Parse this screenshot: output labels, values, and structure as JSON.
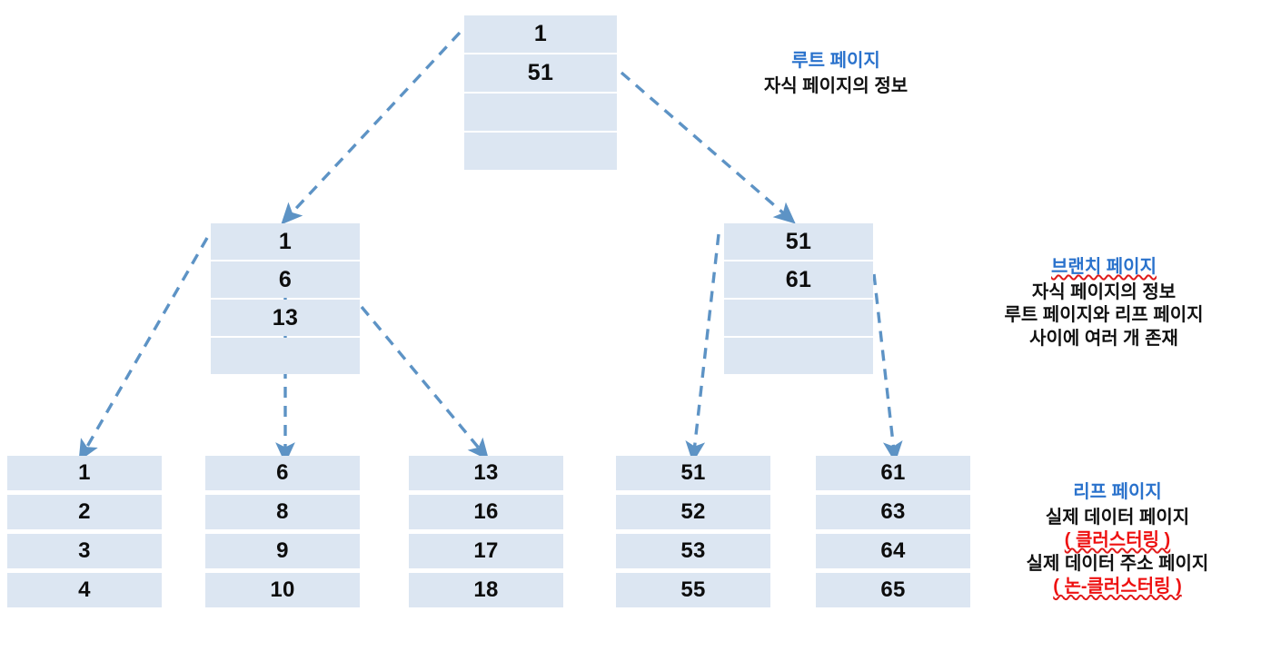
{
  "diagram": {
    "title": "B-Tree Index Structure",
    "colors": {
      "cell_fill": "#dce6f2",
      "arrow": "#5d93c5",
      "heading": "#2a72cc",
      "red": "#ee1111",
      "text": "#0d0d0d"
    },
    "root": {
      "name": "root-page",
      "cells": [
        "1",
        "51",
        "",
        ""
      ]
    },
    "branches": [
      {
        "name": "branch-page-left",
        "cells": [
          "1",
          "6",
          "13",
          ""
        ]
      },
      {
        "name": "branch-page-right",
        "cells": [
          "51",
          "61",
          "",
          ""
        ]
      }
    ],
    "leaves": [
      {
        "name": "leaf-page-1",
        "cells": [
          "1",
          "2",
          "3",
          "4"
        ]
      },
      {
        "name": "leaf-page-2",
        "cells": [
          "6",
          "8",
          "9",
          "10"
        ]
      },
      {
        "name": "leaf-page-3",
        "cells": [
          "13",
          "16",
          "17",
          "18"
        ]
      },
      {
        "name": "leaf-page-4",
        "cells": [
          "51",
          "52",
          "53",
          "55"
        ]
      },
      {
        "name": "leaf-page-5",
        "cells": [
          "61",
          "63",
          "64",
          "65"
        ]
      }
    ],
    "labels": {
      "root": {
        "heading": "루트 페이지",
        "lines": [
          "자식 페이지의 정보"
        ]
      },
      "branch": {
        "heading": "브랜치 페이지",
        "lines": [
          "자식 페이지의 정보",
          "루트 페이지와 리프 페이지",
          "사이에 여러 개 존재"
        ]
      },
      "leaf": {
        "heading": "리프 페이지",
        "lines": [
          "실제 데이터 페이지",
          "( 클러스터링 )",
          "실제 데이터 주소 페이지",
          "( 논-클러스터링 )"
        ]
      }
    }
  }
}
